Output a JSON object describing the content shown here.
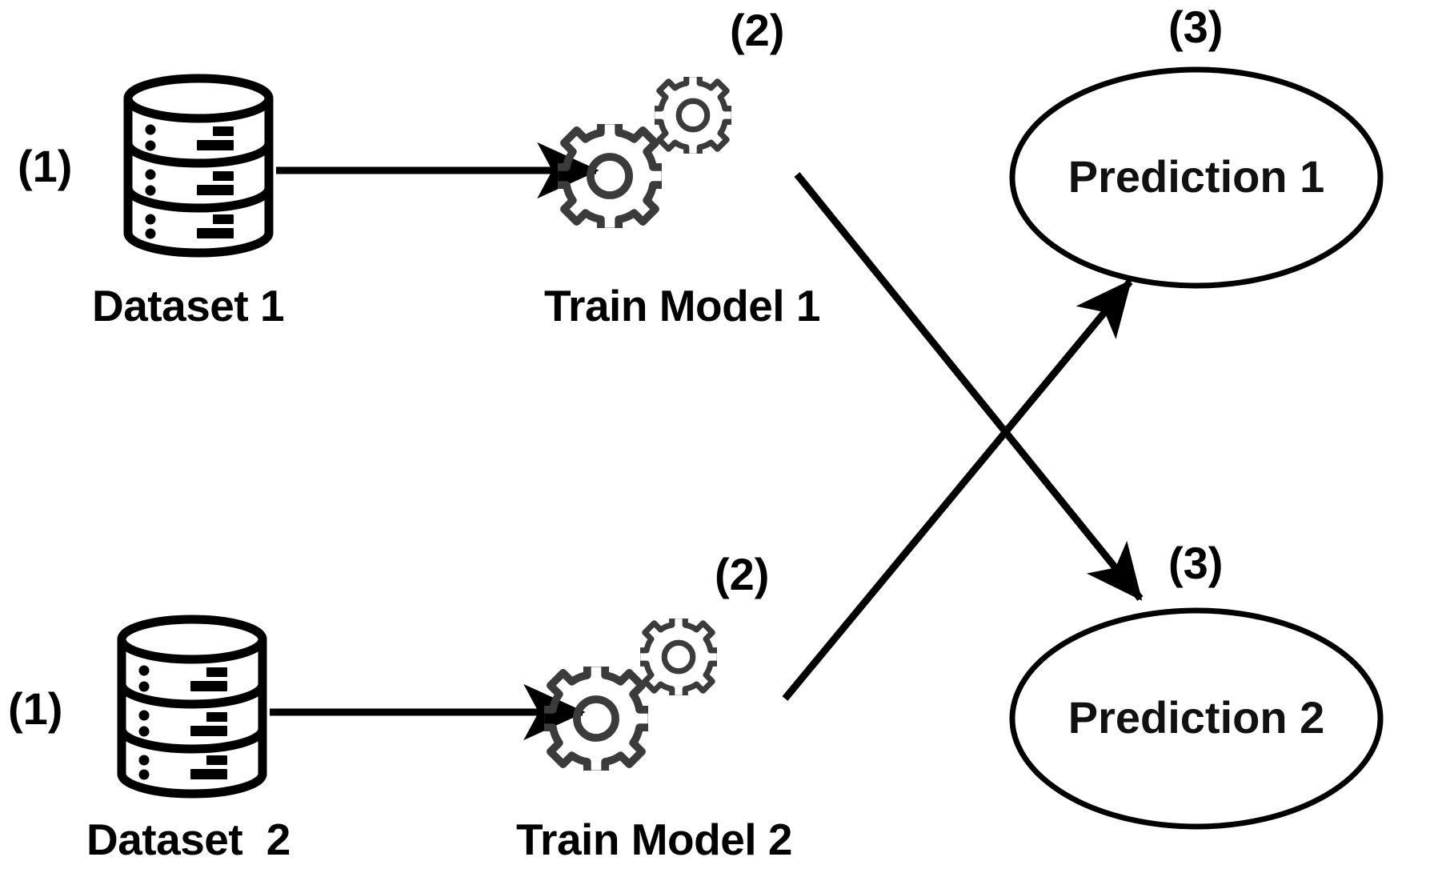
{
  "diagram": {
    "title": "Two-dataset model training and cross prediction flow",
    "background_color": "#ffffff",
    "stroke_color": "#000000",
    "gear_color": "#3b3b3b",
    "step_tags": {
      "dataset": "(1)",
      "train": "(2)",
      "prediction": "(3)"
    },
    "rows": [
      {
        "id": "row-1",
        "dataset": {
          "tag": "(1)",
          "caption": "Dataset 1",
          "icon": "database-cylinder-icon"
        },
        "train": {
          "tag": "(2)",
          "caption": "Train Model 1",
          "icon": "gears-icon"
        },
        "prediction": {
          "tag": "(3)",
          "label": "Prediction 1",
          "shape": "ellipse"
        }
      },
      {
        "id": "row-2",
        "dataset": {
          "tag": "(1)",
          "caption": "Dataset  2",
          "icon": "database-cylinder-icon"
        },
        "train": {
          "tag": "(2)",
          "caption": "Train Model 2",
          "icon": "gears-icon"
        },
        "prediction": {
          "tag": "(3)",
          "label": "Prediction 2",
          "shape": "ellipse"
        }
      }
    ],
    "connections": [
      {
        "id": "conn-ds1-model1",
        "from": "Dataset 1",
        "to": "Train Model 1",
        "style": "straight-arrow"
      },
      {
        "id": "conn-ds2-model2",
        "from": "Dataset  2",
        "to": "Train Model 2",
        "style": "straight-arrow"
      },
      {
        "id": "conn-model1-pred2",
        "from": "Train Model 1",
        "to": "Prediction 2",
        "style": "diagonal-arrow"
      },
      {
        "id": "conn-model2-pred1",
        "from": "Train Model 2",
        "to": "Prediction 1",
        "style": "diagonal-arrow"
      }
    ]
  }
}
